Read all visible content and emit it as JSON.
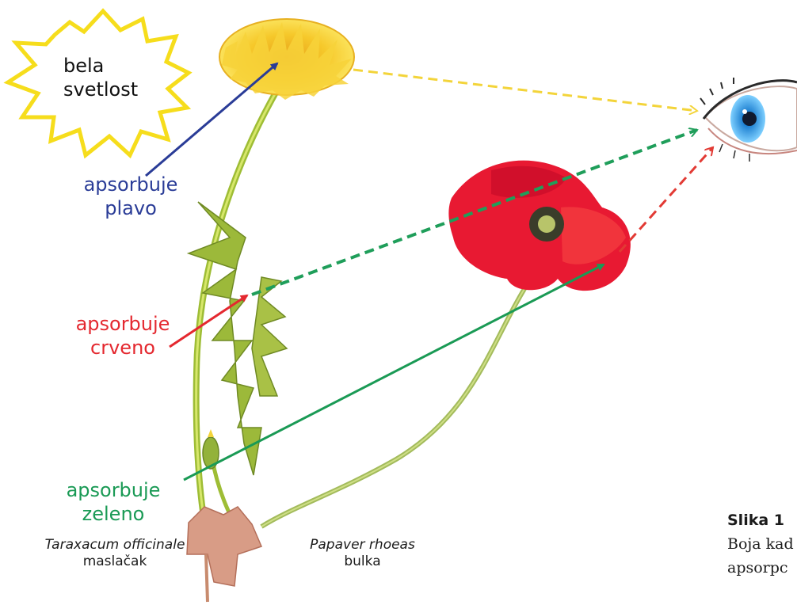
{
  "light_source": {
    "line1": "bela",
    "line2": "svetlost"
  },
  "absorption_labels": {
    "blue": {
      "line1": "apsorbuje",
      "line2": "plavo",
      "color": "#2a3c97"
    },
    "red": {
      "line1": "apsorbuje",
      "line2": "crveno",
      "color": "#e4282f"
    },
    "green": {
      "line1": "apsorbuje",
      "line2": "zeleno",
      "color": "#1a9a55"
    }
  },
  "reflected_colors": {
    "yellow": "#f3d43a",
    "green": "#1f9e5a",
    "red": "#e23a34"
  },
  "species": {
    "dandelion": {
      "latin": "Taraxacum officinale",
      "common": "maslačak"
    },
    "poppy": {
      "latin": "Papaver rhoeas",
      "common": "bulka"
    }
  },
  "caption": {
    "title": "Slika 1",
    "line1": "Boja kad",
    "line2": "apsorpc"
  },
  "icons": [
    "sun-icon",
    "dandelion-flower-icon",
    "poppy-flower-icon",
    "eye-icon"
  ]
}
